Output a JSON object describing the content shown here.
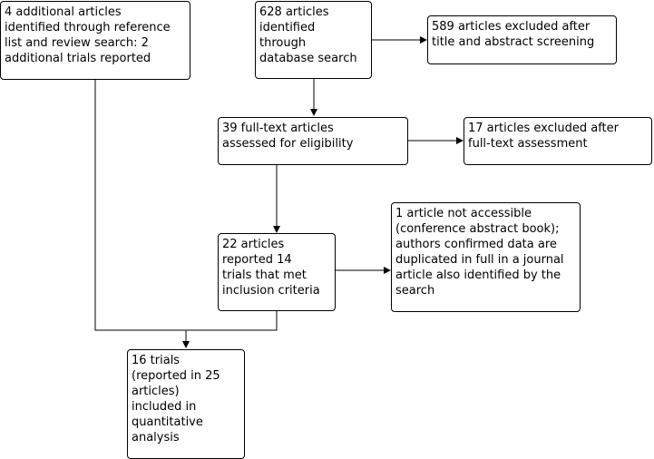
{
  "colors": {
    "line": "#000000",
    "box_border": "#000000",
    "background": "#ffffff",
    "text": "#000000"
  },
  "boxes": {
    "additional_articles": "4 additional articles\nidentified through reference\nlist and review search: 2\nadditional trials reported",
    "database_search": "628 articles\nidentified\nthrough\ndatabase search",
    "excluded_screening": "589 articles excluded after\ntitle and abstract screening",
    "full_text_assessed": "39 full-text articles\nassessed for eligibility",
    "excluded_full_text": "17 articles excluded after\nfull-text assessment",
    "not_accessible": "1 article not accessible\n(conference abstract book);\nauthors confirmed data are\nduplicated in full in a journal\narticle also identified by the\nsearch",
    "met_criteria": "22 articles\nreported 14\ntrials that met\ninclusion criteria",
    "included": "16 trials\n(reported in 25\narticles)\nincluded in\nquantitative\nanalysis"
  }
}
